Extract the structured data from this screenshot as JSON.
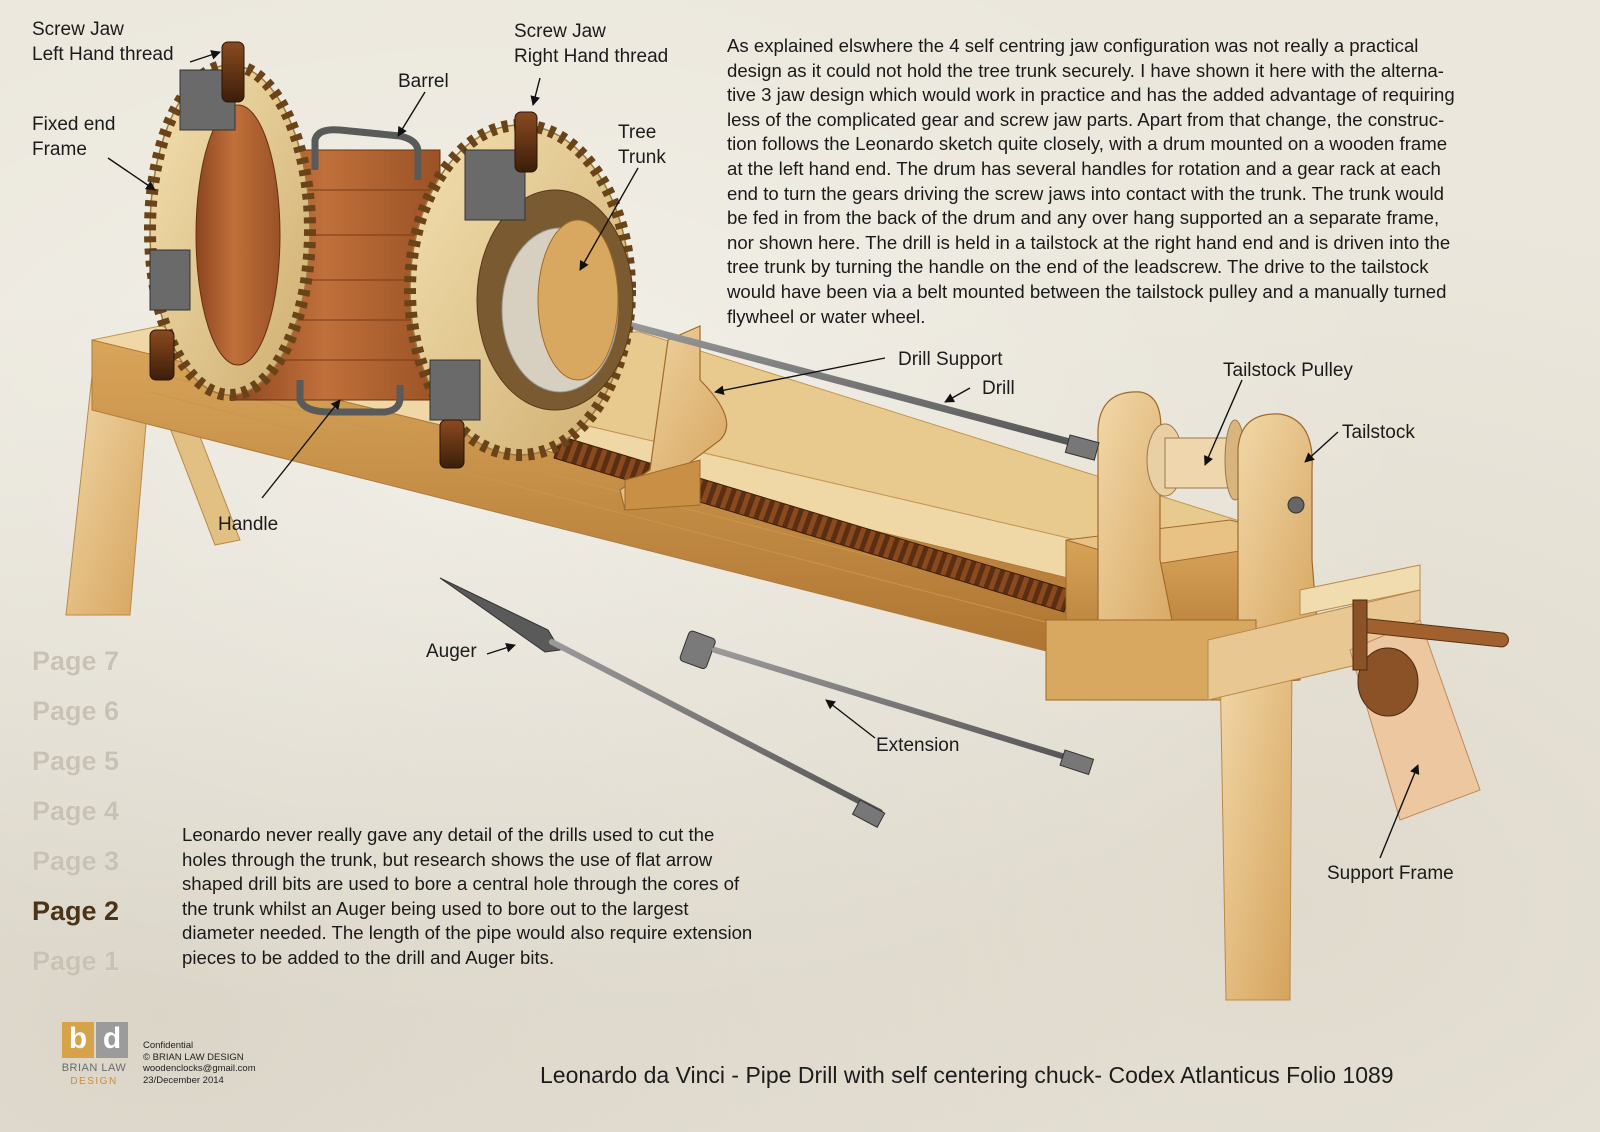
{
  "labels": {
    "screw_jaw_left": [
      "Screw Jaw",
      "Left Hand thread"
    ],
    "screw_jaw_right": [
      "Screw Jaw",
      "Right Hand thread"
    ],
    "barrel": "Barrel",
    "fixed_end_frame": [
      "Fixed end",
      "Frame"
    ],
    "tree_trunk": [
      "Tree",
      "Trunk"
    ],
    "drill_support": "Drill Support",
    "drill": "Drill",
    "tailstock_pulley": "Tailstock Pulley",
    "tailstock": "Tailstock",
    "handle": "Handle",
    "auger": "Auger",
    "extension": "Extension",
    "support_frame": "Support Frame"
  },
  "description_lines": [
    "As explained elswhere the 4 self centring jaw configuration was not really a practical",
    "design as it could not hold the tree trunk securely. I have shown it here with the alterna-",
    "tive 3 jaw design which would work in practice and has the added advantage of requiring",
    "less of the complicated gear and screw jaw parts.  Apart from that change, the construc-",
    "tion follows the Leonardo sketch quite closely, with a drum mounted on a wooden frame",
    "at the left hand end. The drum has several handles for rotation and a gear rack at each",
    "end to turn the gears driving the screw jaws into contact with the trunk. The trunk would",
    "be fed in from the back of the drum and any over hang supported an a separate frame,",
    "nor shown here. The drill is held in a tailstock at the right hand end and is driven into the",
    "tree trunk by turning the handle on the end of the leadscrew. The drive to the tailstock",
    "would have been via a belt mounted between the tailstock pulley and a manually turned",
    "flywheel or water wheel."
  ],
  "bits_lines": [
    "Leonardo never really gave any detail of the drills used to cut the",
    "holes through the trunk, but research shows the use of flat arrow",
    "shaped drill bits are used to bore a central hole through the cores of",
    "the trunk whilst an Auger being used to bore out to the largest",
    "diameter needed. The length of the pipe would also require extension",
    "pieces to be added to the drill and Auger bits."
  ],
  "pages": [
    "Page 7",
    "Page 6",
    "Page 5",
    "Page 4",
    "Page 3",
    "Page 2",
    "Page 1"
  ],
  "current_page": "Page 2",
  "footer": {
    "title": "Leonardo da Vinci - Pipe Drill with self centering chuck- Codex Atlanticus Folio 1089",
    "logo_letters": [
      "b",
      "d"
    ],
    "logo_name": "BRIAN LAW",
    "logo_sub": "DESIGN",
    "credits": [
      "Confidential",
      "© BRIAN LAW DESIGN",
      "woodenclocks@gmail.com",
      "23/December 2014"
    ]
  },
  "colors": {
    "background": "#ebe7dc",
    "wood_light": "#e8c992",
    "wood_mid": "#d9a55a",
    "wood_dark": "#b87a36",
    "barrel_wood": "#a85a2a",
    "metal": "#6f6f6f",
    "page_link": "#c9c2b4",
    "page_current": "#4a3418",
    "logo_orange": "#d6a24a",
    "logo_grey": "#9b9b9b"
  }
}
